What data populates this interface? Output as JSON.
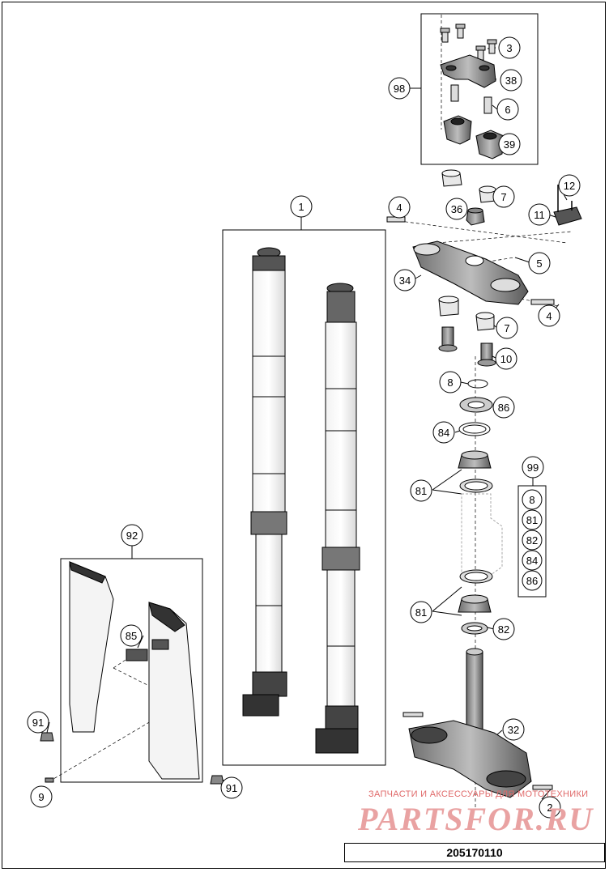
{
  "diagram": {
    "callouts": {
      "c1": "1",
      "c2": "2",
      "c3": "3",
      "c4a": "4",
      "c4b": "4",
      "c5": "5",
      "c6": "6",
      "c7a": "7",
      "c7b": "7",
      "c8a": "8",
      "c8b": "8",
      "c9": "9",
      "c10": "10",
      "c11": "11",
      "c12": "12",
      "c32": "32",
      "c34": "34",
      "c36": "36",
      "c38": "38",
      "c39": "39",
      "c81a": "81",
      "c81b": "81",
      "c81c": "81",
      "c82a": "82",
      "c82b": "82",
      "c84a": "84",
      "c84b": "84",
      "c85": "85",
      "c86a": "86",
      "c86b": "86",
      "c91a": "91",
      "c91b": "91",
      "c92": "92",
      "c98": "98",
      "c99": "99"
    },
    "watermark_line1": "ЗАПЧАСТИ И АКСЕССУАРЫ ДЛЯ МОТОТЕХНИКИ",
    "watermark_logo": "PARTSFOR.RU",
    "drawing_code": "205170110"
  }
}
